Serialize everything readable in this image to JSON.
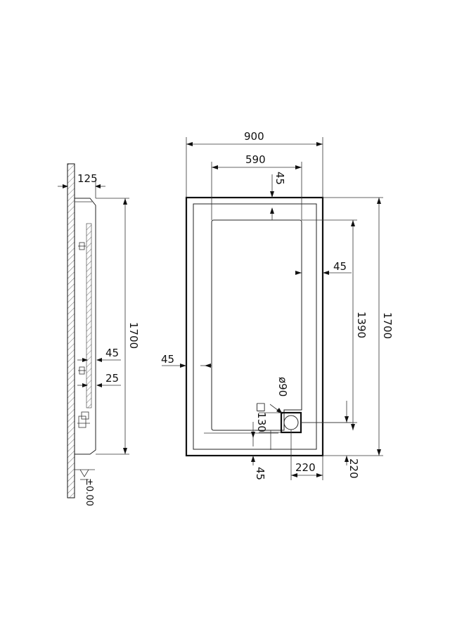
{
  "side_view": {
    "dim_wall_offset": "125",
    "dim_height": "1700",
    "dim_foot_a": "45",
    "dim_foot_b": "25",
    "level_label": "±0.00"
  },
  "plan_view": {
    "dim_outer_width": "900",
    "dim_inner_width": "590",
    "dim_top_margin": "45",
    "dim_right_margin": "45",
    "dim_left_margin": "45",
    "dim_bottom_margin": "45",
    "dim_inner_length": "1390",
    "dim_outer_length": "1700",
    "dim_drain_diameter": "ø90",
    "dim_drain_square": "□130",
    "dim_drain_offset_x": "220",
    "dim_drain_offset_y": "220"
  }
}
